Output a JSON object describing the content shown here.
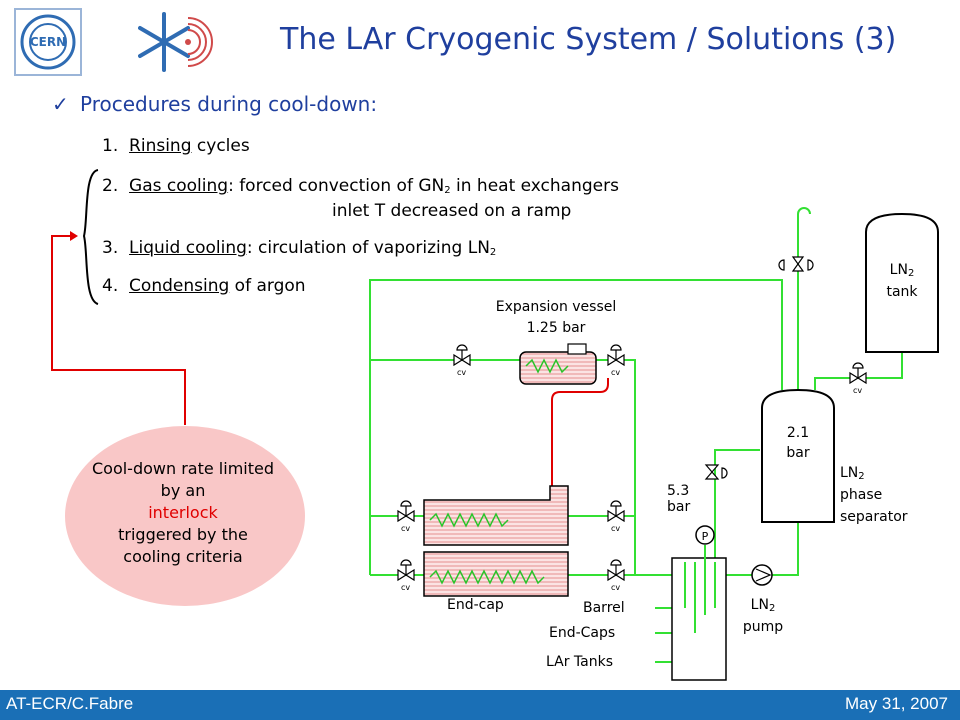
{
  "slide": {
    "title": "The LAr Cryogenic System / Solutions (3)",
    "heading": "Procedures during cool-down:",
    "steps": [
      {
        "num": "1.",
        "u": "Rinsing",
        "rest": " cycles"
      },
      {
        "num": "2.",
        "u": "Gas cooling",
        "rest": ": forced convection of GN",
        "sub": "2",
        "rest2": " in heat exchangers",
        "line2": "inlet T decreased on a ramp"
      },
      {
        "num": "3.",
        "u": "Liquid cooling",
        "rest": ": circulation of vaporizing LN",
        "sub": "2"
      },
      {
        "num": "4.",
        "u": "Condensing",
        "rest": " of argon"
      }
    ],
    "bubble": {
      "line1": "Cool-down rate limited by an",
      "highlight": "interlock",
      "line2": "triggered by the cooling criteria"
    }
  },
  "diagram": {
    "expansion_vessel": "Expansion vessel",
    "expansion_pressure": "1.25 bar",
    "ln2_tank_a": "LN",
    "ln2_tank_sub": "2",
    "ln2_tank_b": "tank",
    "separator_pressure_a": "2.1",
    "separator_pressure_b": "bar",
    "separator_a": "LN",
    "separator_sub": "2",
    "separator_b": "phase",
    "separator_c": "separator",
    "pump_pressure_a": "5.3",
    "pump_pressure_b": "bar",
    "pump_a": "LN",
    "pump_sub": "2",
    "pump_b": "pump",
    "pressure_gauge": "P",
    "end_cap": "End-cap",
    "barrel": "Barrel",
    "end_caps": "End-Caps",
    "lar_tanks": "LAr Tanks",
    "valve_tag": "cv"
  },
  "footer": {
    "left": "AT-ECR/C.Fabre",
    "right": "May 31, 2007"
  },
  "colors": {
    "title": "#1f3f9e",
    "pipe": "#33e033",
    "interlock": "#e00000",
    "bubble": "#f9c7c7",
    "footer": "#1a6fb6"
  }
}
